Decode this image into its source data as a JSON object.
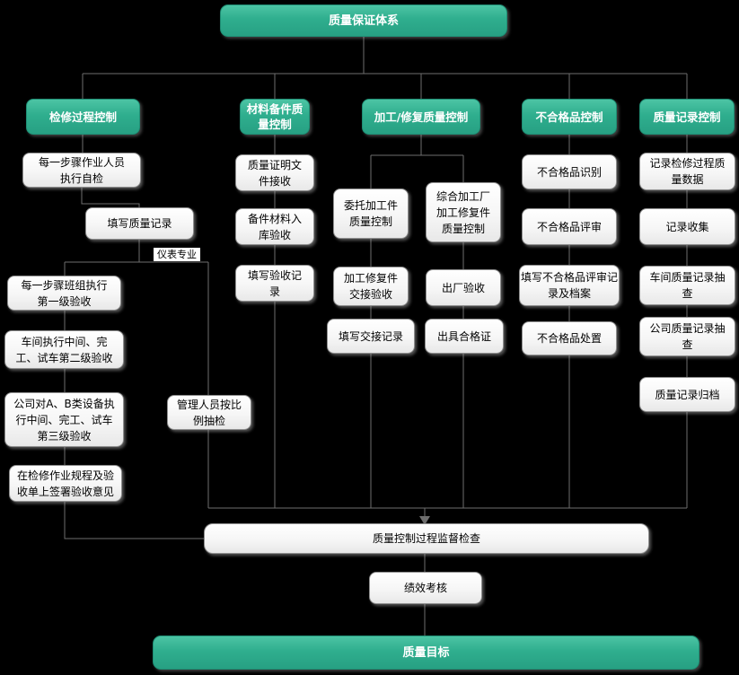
{
  "root": {
    "label": "质量保证体系"
  },
  "branch_overhaul": {
    "header": "检修过程控制",
    "self_check": "每一步骤作业人员\n执行自检",
    "fill_record": "填写质量记录",
    "instrument_label": "仪表专业",
    "level1": "每一步骤班组执行\n第一级验收",
    "level2": "车间执行中间、完\n工、试车第二级验收",
    "level3": "公司对A、B类设备执\n行中间、完工、试车\n第三级验收",
    "sign": "在检修作业规程及验\n收单上签署验收意见",
    "manager_sampling": "管理人员按比\n例抽检"
  },
  "branch_material": {
    "header": "材料备件质\n量控制",
    "cert_docs": "质量证明文\n件接收",
    "warehouse": "备件材料入\n库验收",
    "fill_record": "填写验收记\n录"
  },
  "branch_machining": {
    "header": "加工/修复质量控制",
    "entrusted": "委托加工件\n质量控制",
    "comprehensive": "综合加工厂\n加工修复件\n质量控制",
    "handover_accept": "加工修复件\n交接验收",
    "factory_accept": "出厂验收",
    "fill_handover": "填写交接记录",
    "issue_cert": "出具合格证"
  },
  "branch_nonconforming": {
    "header": "不合格品控制",
    "identify": "不合格品识别",
    "review": "不合格品评审",
    "fill_review": "填写不合格品评审记\n录及档案",
    "disposal": "不合格品处置"
  },
  "branch_records": {
    "header": "质量记录控制",
    "record_data": "记录检修过程质\n量数据",
    "collect": "记录收集",
    "workshop_check": "车间质量记录抽\n查",
    "company_check": "公司质量记录抽\n查",
    "archive": "质量记录归档"
  },
  "footer": {
    "supervision": "质量控制过程监督检查",
    "performance": "绩效考核",
    "goal": "质量目标"
  },
  "colors": {
    "accent_green": "#2fae8e",
    "node_fill": "#ffffff",
    "line": "#6e6e6e",
    "background": "#000000"
  }
}
